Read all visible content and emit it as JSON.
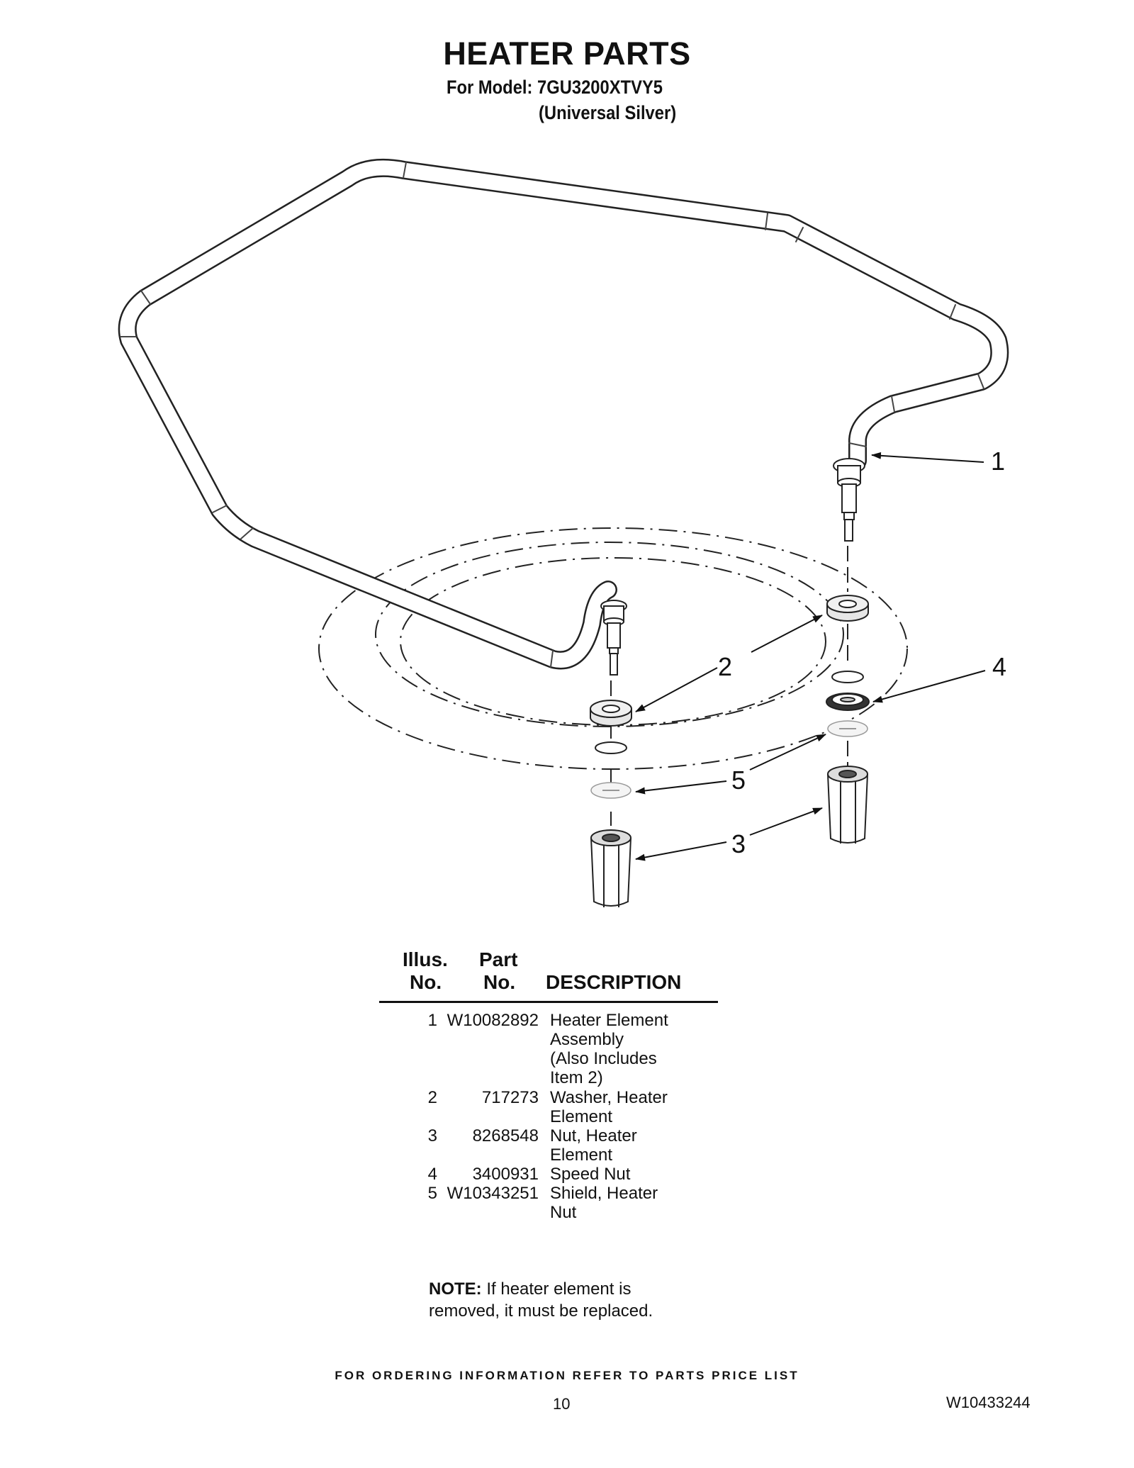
{
  "header": {
    "title": "HEATER PARTS",
    "model_line": "For Model: 7GU3200XTVY5",
    "variant_line": "(Universal Silver)"
  },
  "diagram": {
    "callouts": [
      "1",
      "2",
      "3",
      "4",
      "5",
      "3"
    ]
  },
  "parts_table": {
    "headers": {
      "illus_line1": "Illus.",
      "illus_line2": "No.",
      "part_line1": "Part",
      "part_line2": "No.",
      "description": "DESCRIPTION"
    },
    "rows": [
      {
        "illus": "1",
        "part": "W10082892",
        "description": "Heater Element\nAssembly\n(Also Includes\nItem 2)"
      },
      {
        "illus": "2",
        "part": "717273",
        "description": "Washer, Heater\nElement"
      },
      {
        "illus": "3",
        "part": "8268548",
        "description": "Nut, Heater\nElement"
      },
      {
        "illus": "4",
        "part": "3400931",
        "description": "Speed Nut"
      },
      {
        "illus": "5",
        "part": "W10343251",
        "description": "Shield, Heater\nNut"
      }
    ]
  },
  "note": {
    "label": "NOTE:",
    "text": "If heater element is removed, it must be replaced."
  },
  "footer": {
    "ordering": "FOR ORDERING INFORMATION REFER TO PARTS PRICE LIST",
    "page_number": "10",
    "document_id": "W10433244"
  }
}
